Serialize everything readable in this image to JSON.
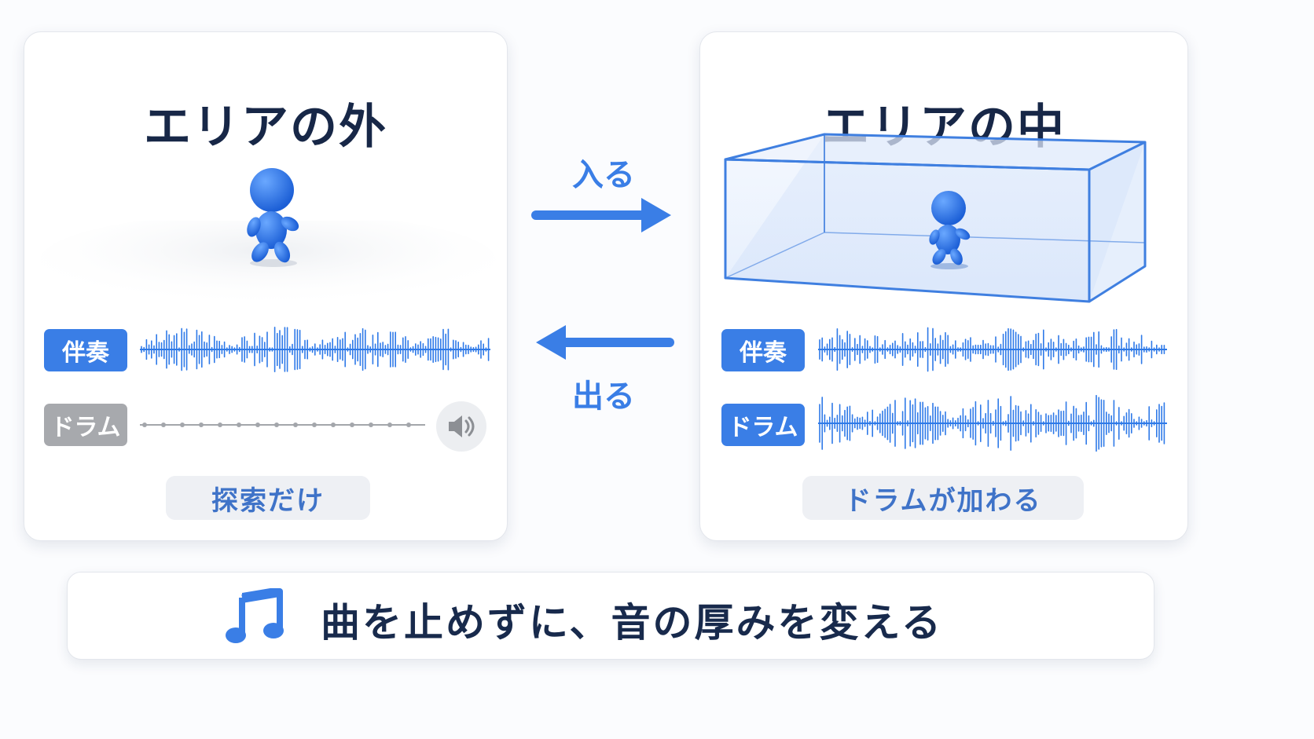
{
  "colors": {
    "accent": "#3a7ee6",
    "dark_text": "#172747",
    "inactive": "#a7a9ad",
    "wave": "#2f7ae8",
    "box_stroke": "#3f7fe0"
  },
  "left_panel": {
    "title": "エリアの外",
    "tracks": [
      {
        "label": "伴奏",
        "state": "active"
      },
      {
        "label": "ドラム",
        "state": "muted"
      }
    ],
    "caption": "探索だけ",
    "icons": [
      "walking-figure-icon",
      "speaker-icon"
    ]
  },
  "right_panel": {
    "title": "エリアの中",
    "tracks": [
      {
        "label": "伴奏",
        "state": "active"
      },
      {
        "label": "ドラム",
        "state": "active"
      }
    ],
    "caption": "ドラムが加わる",
    "icons": [
      "walking-figure-icon",
      "transparent-box-icon"
    ]
  },
  "arrows": {
    "enter_label": "入る",
    "exit_label": "出る"
  },
  "banner": {
    "icon": "music-note-icon",
    "text": "曲を止めずに、音の厚みを変える"
  }
}
